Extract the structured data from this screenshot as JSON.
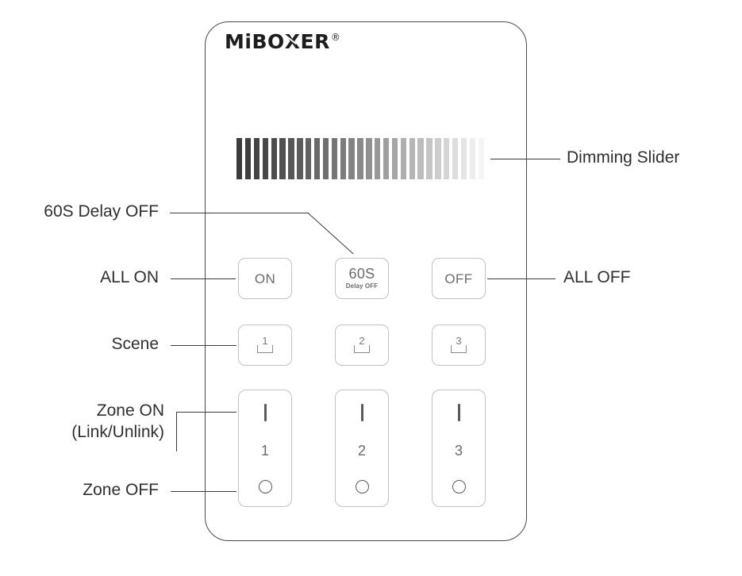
{
  "device": {
    "brand_prefix": "MiBO",
    "brand_x": "X",
    "brand_suffix": "ER",
    "brand_registered": "®",
    "brand_full": "MiBOXER®"
  },
  "slider": {
    "name": "Dimming Slider",
    "segment_count": 29,
    "start_color": "#3c3c3c",
    "end_color": "#f5f5f5"
  },
  "keys": {
    "row_power": [
      {
        "id": "all-on",
        "label": "ON",
        "sublabel": ""
      },
      {
        "id": "delay-off",
        "label": "60S",
        "sublabel": "Delay OFF"
      },
      {
        "id": "all-off",
        "label": "OFF",
        "sublabel": ""
      }
    ],
    "row_scene": [
      {
        "id": "scene-1",
        "number": "1"
      },
      {
        "id": "scene-2",
        "number": "2"
      },
      {
        "id": "scene-3",
        "number": "3"
      }
    ],
    "row_zone": [
      {
        "id": "zone-1",
        "number": "1",
        "on_glyph": "|",
        "off_glyph": "○"
      },
      {
        "id": "zone-2",
        "number": "2",
        "on_glyph": "|",
        "off_glyph": "○"
      },
      {
        "id": "zone-3",
        "number": "3",
        "on_glyph": "|",
        "off_glyph": "○"
      }
    ]
  },
  "annotations": {
    "dimming_slider": "Dimming Slider",
    "delay_off": "60S Delay OFF",
    "all_on": "ALL ON",
    "all_off": "ALL OFF",
    "scene": "Scene",
    "zone_on_line1": "Zone ON",
    "zone_on_line2": "(Link/Unlink)",
    "zone_off": "Zone OFF"
  },
  "colors": {
    "panel_border": "#4a4a4a",
    "key_border": "#c2c2c2",
    "key_text": "#6b6b6b",
    "annotation_text": "#2f2f2f",
    "leader_line": "#3a3a3a"
  }
}
